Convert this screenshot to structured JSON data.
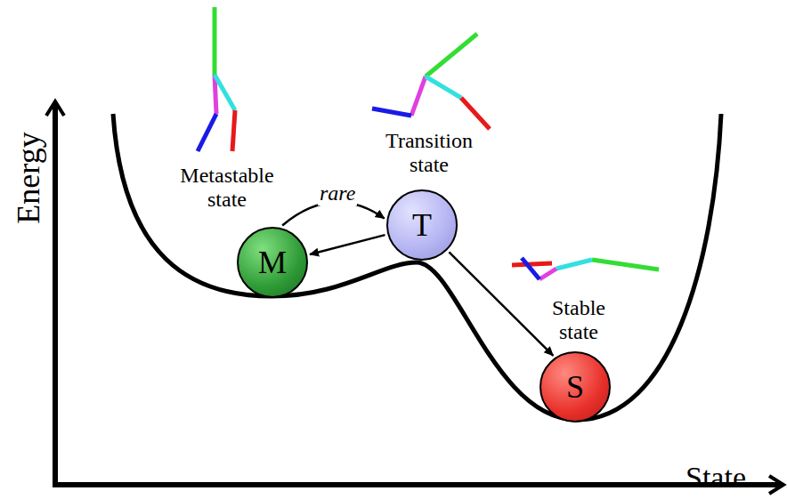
{
  "diagram": {
    "nodes": [
      {
        "text": [
          "Metastable state",
          "M"
        ]
      },
      {
        "text": [
          "Transition state",
          "T"
        ]
      },
      {
        "text": [
          "Stable state",
          "S"
        ]
      }
    ],
    "edges": [
      {
        "from": 0,
        "to": 1,
        "label": "rare",
        "arrow": "to"
      },
      {
        "from": 1,
        "to": 0,
        "arrow": "to"
      },
      {
        "from": 1,
        "to": 2,
        "arrow": "to"
      }
    ],
    "labels": [
      "Energy",
      "State"
    ]
  }
}
